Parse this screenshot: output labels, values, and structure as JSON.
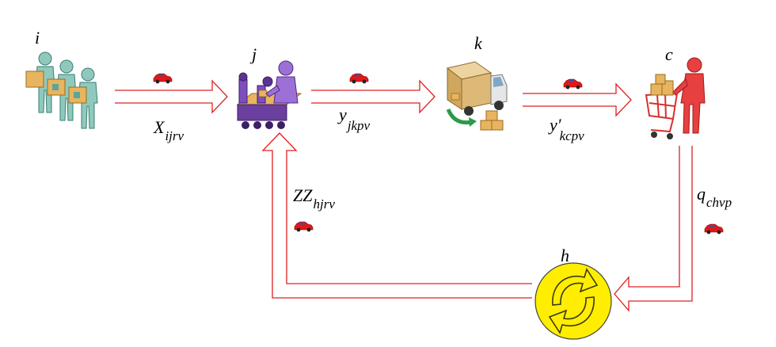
{
  "nodes": {
    "i": {
      "label": "i"
    },
    "j": {
      "label": "j"
    },
    "k": {
      "label": "k"
    },
    "c": {
      "label": "c"
    },
    "h": {
      "label": "h"
    }
  },
  "flows": {
    "i_j": {
      "main": "X",
      "sub": "ijrv"
    },
    "j_k": {
      "main": "y",
      "sub": "jkpv"
    },
    "k_c": {
      "main": "y′",
      "sub": "kcpv"
    },
    "h_j": {
      "main": "ZZ",
      "sub": "hjrv"
    },
    "c_h": {
      "main": "q",
      "sub": "chvp"
    }
  },
  "icons": {
    "i": "workers-with-boxes-icon",
    "j": "factory-worker-assembly-line-icon",
    "k": "delivery-truck-icon",
    "c": "customer-shopping-cart-icon",
    "h": "recycling-symbol-icon",
    "vehicle": "red-car-icon"
  },
  "colors": {
    "arrow": "#e02020",
    "car": "#e01818",
    "recycle": "#ffee00"
  }
}
